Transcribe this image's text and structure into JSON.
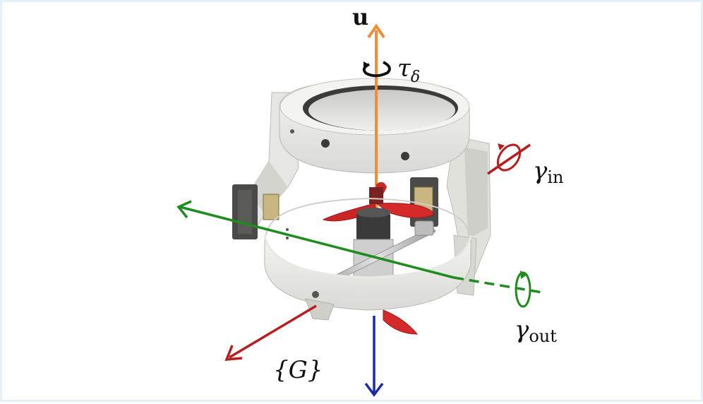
{
  "labels": {
    "thrust_vector": "u",
    "torque": "τ",
    "torque_sub": "δ",
    "inner_angle": "γ",
    "inner_angle_sub": "in",
    "outer_angle": "γ",
    "outer_angle_sub": "out",
    "frame": "{G}"
  },
  "colors": {
    "thrust_arrow": "#f28c38",
    "x_axis": "#b81e1e",
    "y_axis": "#1e8c1e",
    "z_axis": "#1a2aa8",
    "torque_arrow": "#111111",
    "propeller": "#d42a2a",
    "frame_body": "#eeeeec",
    "frame_shadow": "#c8c8c4",
    "motor": "#3a3a3a",
    "servo": "#4a4a48"
  },
  "icons": {
    "torque": "rotation-arrow-icon",
    "inner_rotation": "rotation-arrow-icon",
    "outer_rotation": "rotation-arrow-icon"
  }
}
